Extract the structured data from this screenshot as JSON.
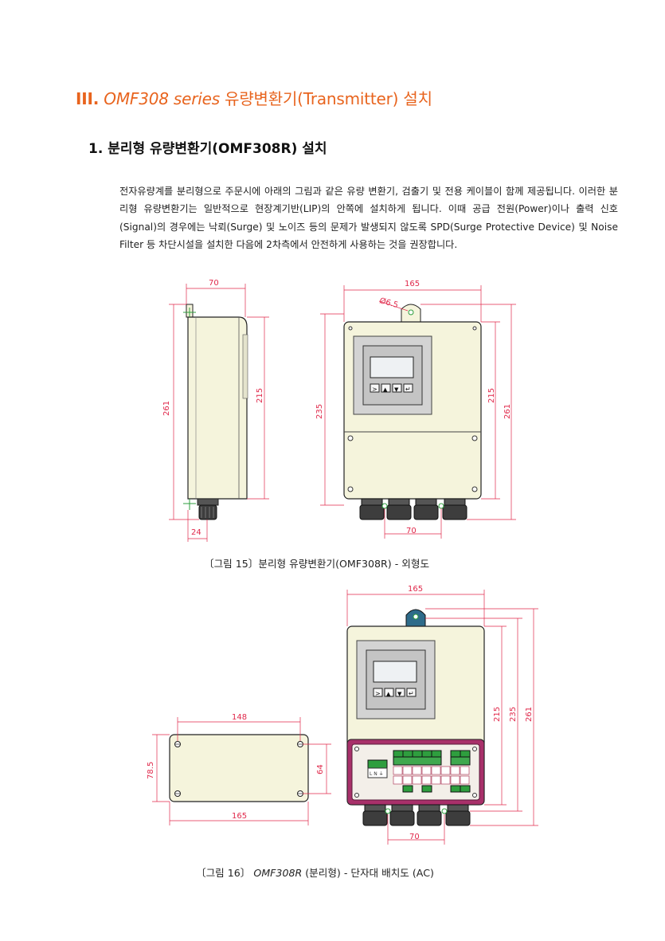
{
  "chapter": {
    "roman": "III.",
    "model": "OMF308 series",
    "rest": "유량변환기(Transmitter) 설치"
  },
  "section": {
    "title": "1. 분리형 유량변환기(OMF308R) 설치"
  },
  "paragraph": "전자유량계를 분리형으로 주문시에 아래의 그림과 같은 유량 변환기, 검출기 및 전용 케이블이 함께 제공됩니다. 이러한 분리형 유량변환기는 일반적으로 현장계기반(LIP)의 안쪽에 설치하게 됩니다. 이때 공급 전원(Power)이나 출력 신호(Signal)의 경우에는 낙뢰(Surge) 및 노이즈 등의 문제가 발생되지 않도록 SPD(Surge Protective Device) 및 Noise Filter 등 차단시설을 설치한 다음에 2차측에서 안전하게 사용하는 것을 권장합니다.",
  "figure15": {
    "caption": "〔그림 15〕분리형 유량변환기(OMF308R) - 외형도",
    "dims": {
      "side_width": "70",
      "side_height_total": "261",
      "side_height_body": "215",
      "side_gland": "24",
      "front_width": "165",
      "hole": "Ø6.5",
      "front_height_left": "235",
      "front_height_body": "215",
      "front_height_total": "261",
      "gland_spacing": "70"
    }
  },
  "figure16": {
    "caption_prefix": "〔그림 16〕",
    "caption_model": "OMF308R",
    "caption_rest": "(분리형) - 단자대 배치도 (AC)",
    "dims": {
      "front_width": "165",
      "h_body": "215",
      "h_mid": "235",
      "h_total": "261",
      "gland_spacing": "70",
      "bottom_width_top": "148",
      "bottom_width": "165",
      "bottom_height_outer": "78.5",
      "bottom_height_inner": "64"
    },
    "terminal_label": "L N ⏚"
  },
  "colors": {
    "title_orange": "#e8641e",
    "dimension_red": "#e0284a",
    "housing_fill": "#f5f4dc",
    "panel_gray": "#d3d3d3",
    "lcd_fill": "#eef1f3",
    "terminal_green": "#2e9e3e",
    "mount_tab_teal": "#2e6b8a",
    "inner_frame_magenta": "#a8306a"
  }
}
